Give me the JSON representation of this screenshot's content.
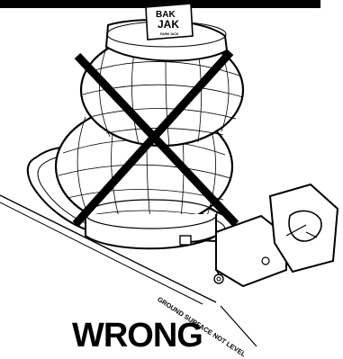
{
  "diagram": {
    "status_label": "WRONG",
    "ground_label": "GROUND SURFACE NOT LEVEL",
    "brand_logo": {
      "line1": "BAK",
      "line2": "JAK",
      "tagline": "FARM JACK"
    }
  }
}
